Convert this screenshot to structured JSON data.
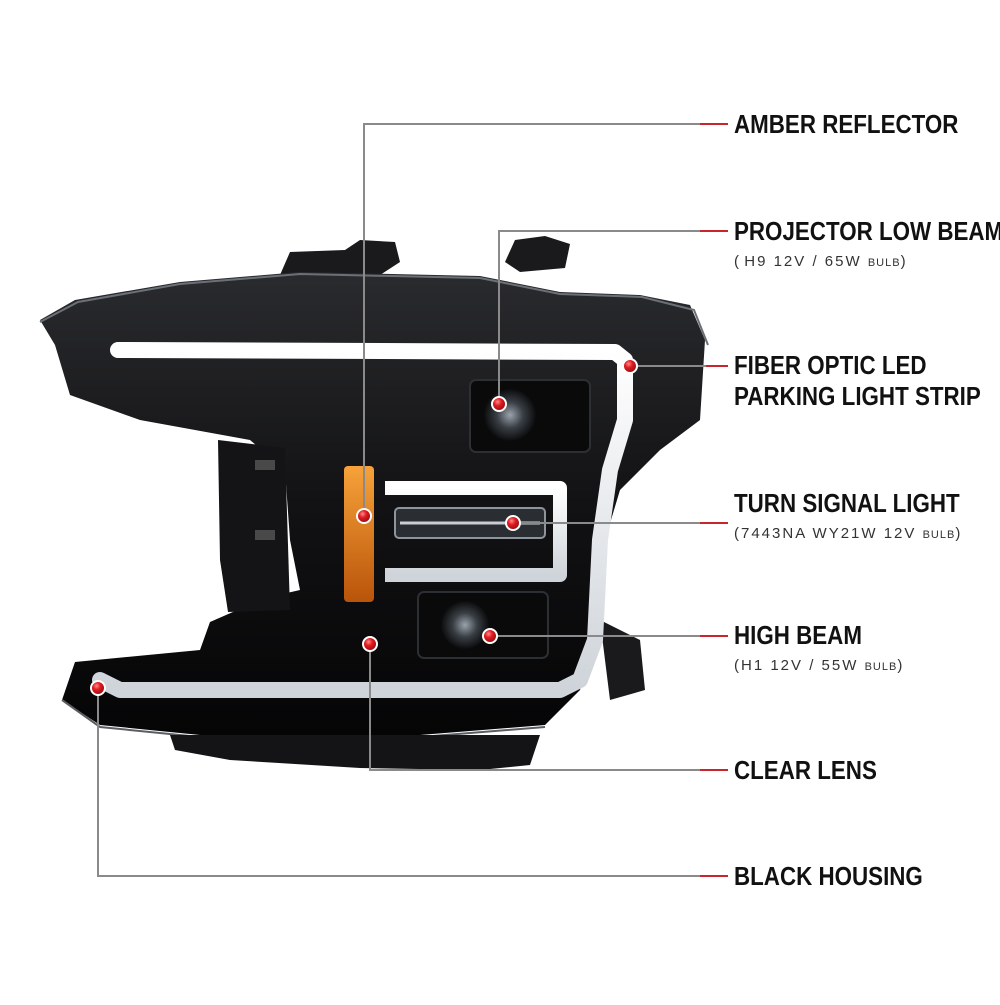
{
  "colors": {
    "leader_line": "#c9252c",
    "leader_line_gray": "#8a8a8a",
    "marker": "#e01b22",
    "housing": "#0d0d0e",
    "light_strip": "#f4f6f8",
    "amber": "#e07a12"
  },
  "callouts": [
    {
      "id": "amber-reflector",
      "title": "AMBER REFLECTOR"
    },
    {
      "id": "projector-low-beam",
      "title": "PROJECTOR LOW BEAM",
      "spec": "H9  12V / 65W",
      "unit": "BULB"
    },
    {
      "id": "fiber-optic",
      "title_line1": "FIBER OPTIC LED",
      "title_line2": "PARKING LIGHT STRIP"
    },
    {
      "id": "turn-signal",
      "title": "TURN SIGNAL LIGHT",
      "spec": "7443NA  WY21W  12V",
      "unit": "BULB"
    },
    {
      "id": "high-beam",
      "title": "HIGH BEAM",
      "spec": "H1  12V / 55W",
      "unit": "BULB"
    },
    {
      "id": "clear-lens",
      "title": "CLEAR LENS"
    },
    {
      "id": "black-housing",
      "title": "BLACK HOUSING"
    }
  ]
}
